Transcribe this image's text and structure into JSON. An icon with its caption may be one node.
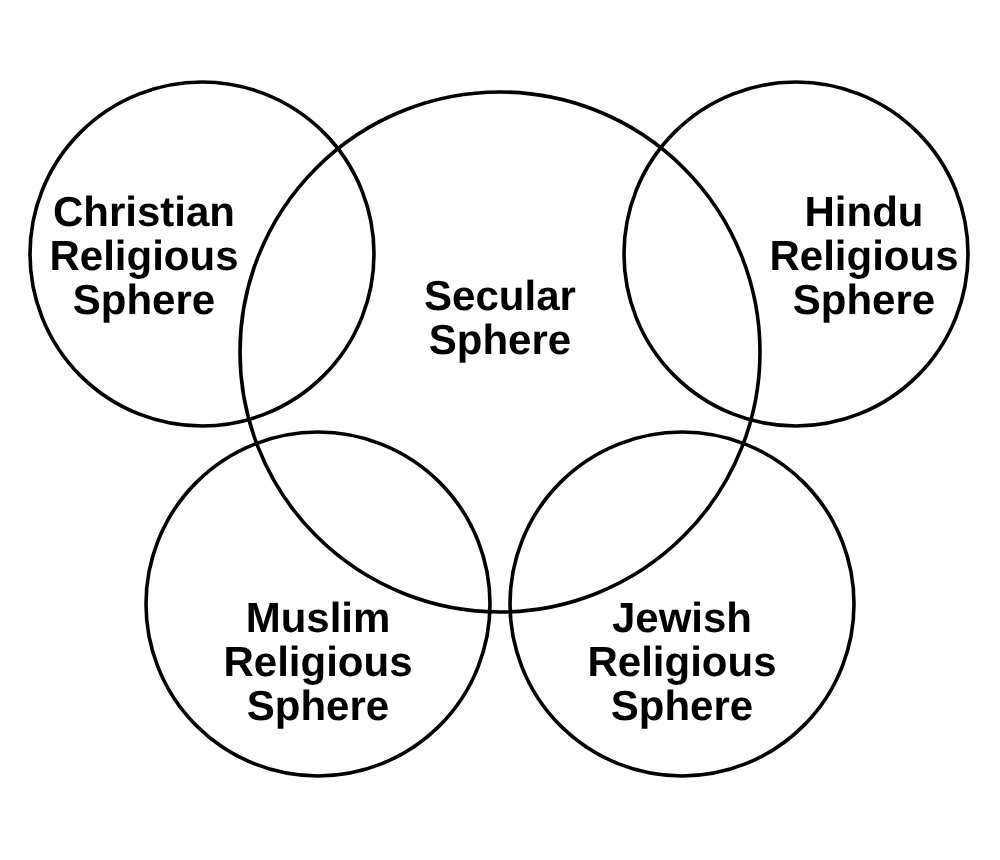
{
  "diagram": {
    "nodes": [
      {
        "text": [
          "Christian Religious Sphere"
        ]
      },
      {
        "text": [
          "Secular Sphere"
        ]
      },
      {
        "text": [
          "Hindu Religious Sphere"
        ]
      },
      {
        "text": [
          "Muslim Religious Sphere"
        ]
      },
      {
        "text": [
          "Jewish Religious Sphere"
        ]
      }
    ]
  }
}
